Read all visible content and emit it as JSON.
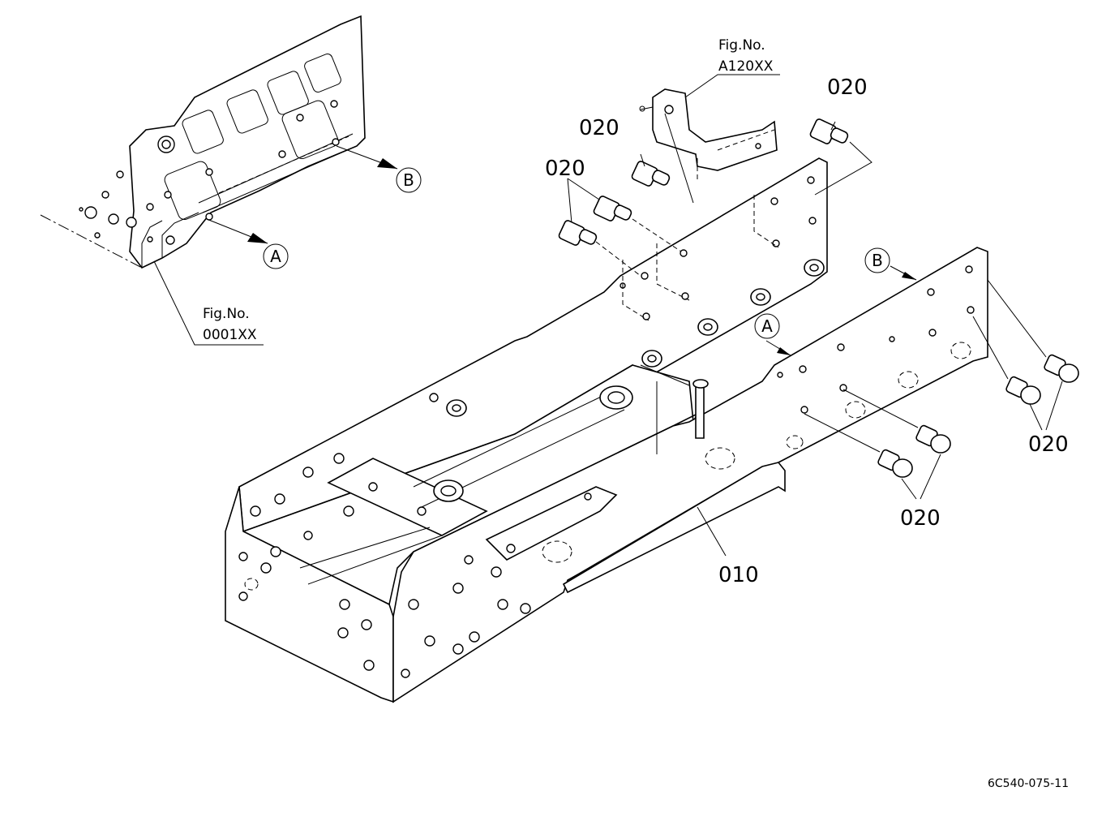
{
  "diagram": {
    "reference_labels": [
      {
        "id": "fig-0001",
        "line1": "Fig.No.",
        "line2": "0001XX"
      },
      {
        "id": "fig-a120",
        "line1": "Fig.No.",
        "line2": "A120XX"
      }
    ],
    "part_numbers": {
      "bolt": "020",
      "frame": "010"
    },
    "callouts": {
      "a": "A",
      "b": "B"
    },
    "drawing_code": "6C540-075-11"
  }
}
